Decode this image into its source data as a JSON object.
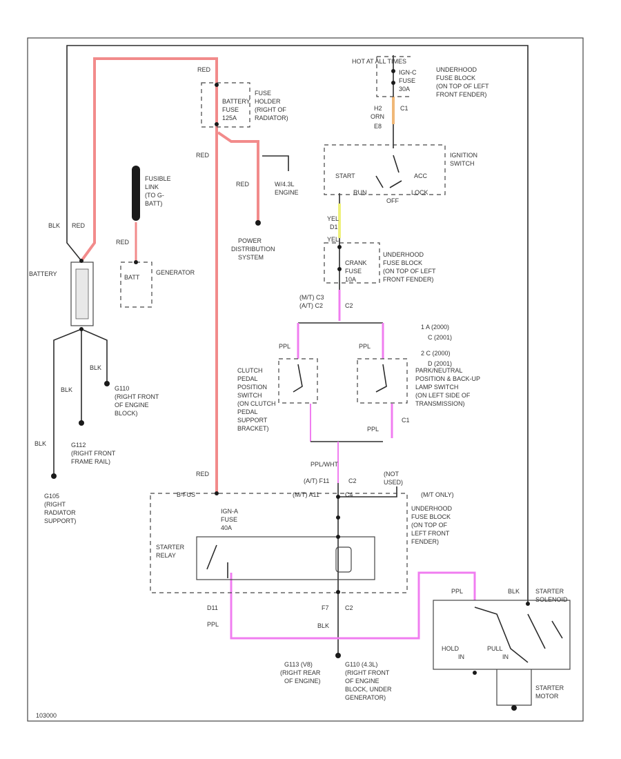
{
  "colors": {
    "red_wire": "#f28b8b",
    "ppl_wire": "#f07df0",
    "orn_wire": "#f0b878",
    "yel_wire": "#eef07a",
    "black_wire": "#2b2b2b"
  },
  "labels": {
    "hot_at_all_times": "HOT AT ALL TIMES",
    "red_top": "RED",
    "fuse_holder": [
      "FUSE",
      "HOLDER",
      "(RIGHT OF",
      "RADIATOR)"
    ],
    "battery_fuse": [
      "BATTERY",
      "FUSE",
      "125A"
    ],
    "red_mid": "RED",
    "red_pds": "RED",
    "engine_lbl": [
      "W/4.3L",
      "ENGINE"
    ],
    "pds_lbl": [
      "POWER",
      "DISTRIBUTION",
      "SYSTEM"
    ],
    "fusible_link": [
      "FUSIBLE",
      "LINK",
      "(TO G-",
      "BATT)"
    ],
    "red_gen": "RED",
    "batt_gen": "BATT",
    "generator": "GENERATOR",
    "blk_red": [
      "BLK",
      "RED"
    ],
    "battery": "BATTERY",
    "blk_g110": "BLK",
    "g110": [
      "G110",
      "(RIGHT FRONT",
      "OF ENGINE",
      "BLOCK)"
    ],
    "blk_g112": "BLK",
    "g112": [
      "G112",
      "(RIGHT FRONT",
      "FRAME RAIL)"
    ],
    "blk_g105": "BLK",
    "g105": [
      "G105",
      "(RIGHT",
      "RADIATOR",
      "SUPPORT)"
    ],
    "ign_fuse": [
      "IGN-C",
      "FUSE",
      "30A"
    ],
    "uh_fuse_block_1": [
      "UNDERHOOD",
      "FUSE BLOCK",
      "(ON TOP OF LEFT",
      "FRONT FENDER)"
    ],
    "c1_1": "C1",
    "h2": "H2",
    "orn": "ORN",
    "e8": "E8",
    "ign_switch": [
      "IGNITION",
      "SWITCH"
    ],
    "start": "START",
    "acc": "ACC",
    "run": "RUN",
    "lock": "LOCK",
    "off": "OFF",
    "yel": "YEL",
    "d1": "D1",
    "yel2": "YEL",
    "crank_fuse": [
      "CRANK",
      "FUSE",
      "10A"
    ],
    "uh_fuse_block_2": [
      "UNDERHOOD",
      "FUSE BLOCK",
      "(ON TOP OF LEFT",
      "FRONT FENDER)"
    ],
    "mt_c3_at_c2": [
      "(M/T) C3",
      "(A/T) C2",
      "C2"
    ],
    "notes": [
      "1  A (2000)",
      "C (2001)",
      "2  C (2000)",
      "D (2001)"
    ],
    "ppl_left": "PPL",
    "ppl_right": "PPL",
    "clutch": [
      "CLUTCH",
      "PEDAL",
      "POSITION",
      "SWITCH",
      "(ON CLUTCH",
      "PEDAL",
      "SUPPORT",
      "BRACKET)"
    ],
    "park_neutral": [
      "PARK/NEUTRAL",
      "POSITION & BACK-UP",
      "LAMP SWITCH",
      "(ON LEFT SIDE OF",
      "TRANSMISSION)"
    ],
    "ppl_lower": "PPL",
    "c1_2": "C1",
    "ppl_wht": "PPL/WHT",
    "at_f11": "(A/T) F11",
    "c2": "C2",
    "mt_a11": "(M/T) A11",
    "not_used": [
      "(NOT",
      "USED)"
    ],
    "c4": "C4",
    "red_left": "RED",
    "bfus": "B-FUS",
    "mt_only": "(M/T ONLY)",
    "ign_a_fuse": [
      "IGN-A",
      "FUSE",
      "40A"
    ],
    "uh_fuse_block_3": [
      "UNDERHOOD",
      "FUSE BLOCK",
      "(ON TOP OF",
      "LEFT FRONT",
      "FENDER)"
    ],
    "starter_relay": [
      "STARTER",
      "RELAY"
    ],
    "d11": "D11",
    "ppl_bottom": "PPL",
    "f7": "F7",
    "c2b": "C2",
    "blk_bottom": "BLK",
    "ground_g113": [
      "G113 (V8)",
      "(RIGHT REAR",
      "OF ENGINE)"
    ],
    "g110_bottom": [
      "G110 (4.3L)",
      "(RIGHT FRONT",
      "OF ENGINE",
      "BLOCK, UNDER",
      "GENERATOR)"
    ],
    "ppl_sol": "PPL",
    "blk_sol": "BLK",
    "starter_solenoid": [
      "STARTER",
      "SOLENOID"
    ],
    "hold_in": [
      "HOLD",
      "IN"
    ],
    "pull_in": [
      "PULL",
      "IN"
    ],
    "starter_motor": [
      "STARTER",
      "MOTOR"
    ],
    "diagram_id": "103000"
  }
}
